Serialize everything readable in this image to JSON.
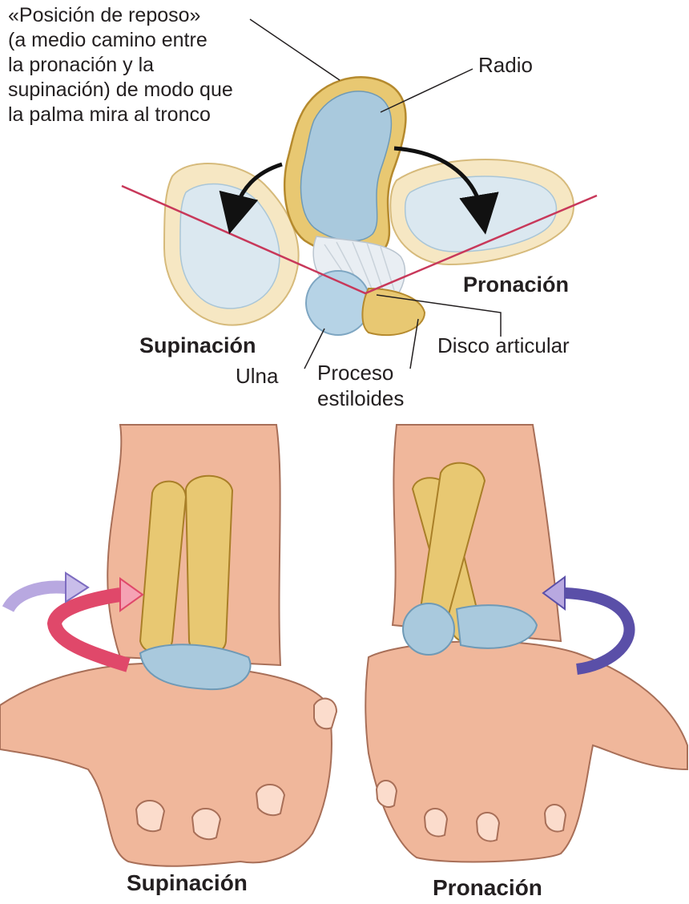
{
  "labels": {
    "rest_line1": "«Posición de reposo»",
    "rest_line2": "(a medio camino entre",
    "rest_line3": "la pronación y la",
    "rest_line4": "supinación) de modo que",
    "rest_line5": "la palma mira al tronco",
    "radio": "Radio",
    "pronacion_top": "Pronación",
    "supinacion_top": "Supinación",
    "disco_articular": "Disco articular",
    "ulna": "Ulna",
    "proceso_line1": "Proceso",
    "proceso_line2": "estiloides",
    "supinacion_bottom": "Supinación",
    "pronacion_bottom": "Pronación"
  },
  "colors": {
    "bone_outer": "#e8c872",
    "bone_inner": "#a9c9dd",
    "skin": "#f0b79b",
    "rest_plane_line": "#c8385a",
    "arrow_supination": "#e0486a",
    "arrow_pronation": "#5a4fa8",
    "arrow_light": "#b8a8e0"
  }
}
